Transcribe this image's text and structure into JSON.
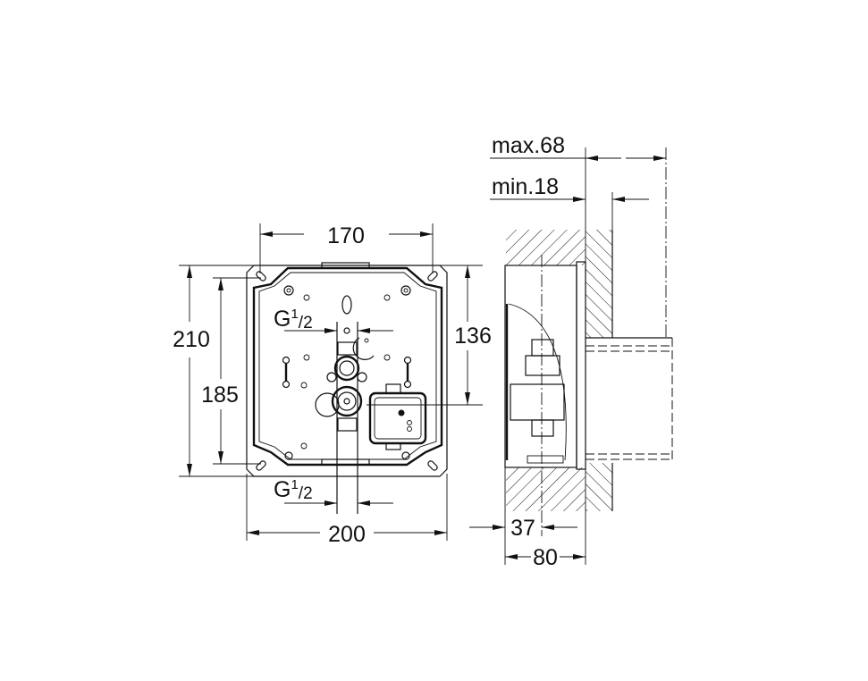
{
  "dimensions": {
    "width_inner": "170",
    "height_outer": "210",
    "height_inner": "185",
    "height_connection": "136",
    "width_outer": "200",
    "max_depth": "max.68",
    "min_depth": "min.18",
    "depth_connection": "37",
    "depth_box": "80"
  },
  "connections": {
    "top": {
      "base": "G",
      "num": "1",
      "den": "/2"
    },
    "bottom": {
      "base": "G",
      "num": "1",
      "den": "/2"
    }
  }
}
